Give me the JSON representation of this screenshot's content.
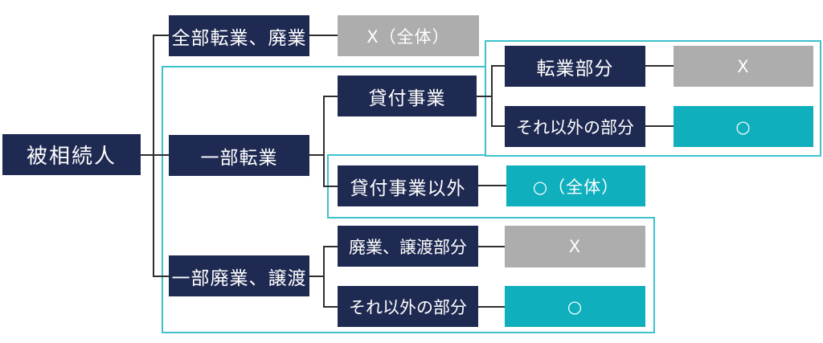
{
  "colors": {
    "navy": "#1F2A52",
    "gray": "#ADADAD",
    "teal": "#0FAFBD",
    "frame": "#3FC1CC",
    "line": "#2F2F2F",
    "text": "#FFFFFF"
  },
  "nodes": {
    "root": "被相続人",
    "full_conversion_closure": "全部転業、廃業",
    "full_result": "X（全体）",
    "partial_conversion": "一部転業",
    "lending_business": "貸付事業",
    "conversion_portion": "転業部分",
    "conversion_portion_result": "X",
    "other_portion_lending": "それ以外の部分",
    "other_portion_lending_result": "○",
    "non_lending_business": "貸付事業以外",
    "non_lending_result": "○（全体）",
    "partial_closure_transfer": "一部廃業、譲渡",
    "closure_transfer_portion": "廃業、譲渡部分",
    "closure_transfer_result": "X",
    "other_portion_closure": "それ以外の部分",
    "other_portion_closure_result": "○"
  }
}
